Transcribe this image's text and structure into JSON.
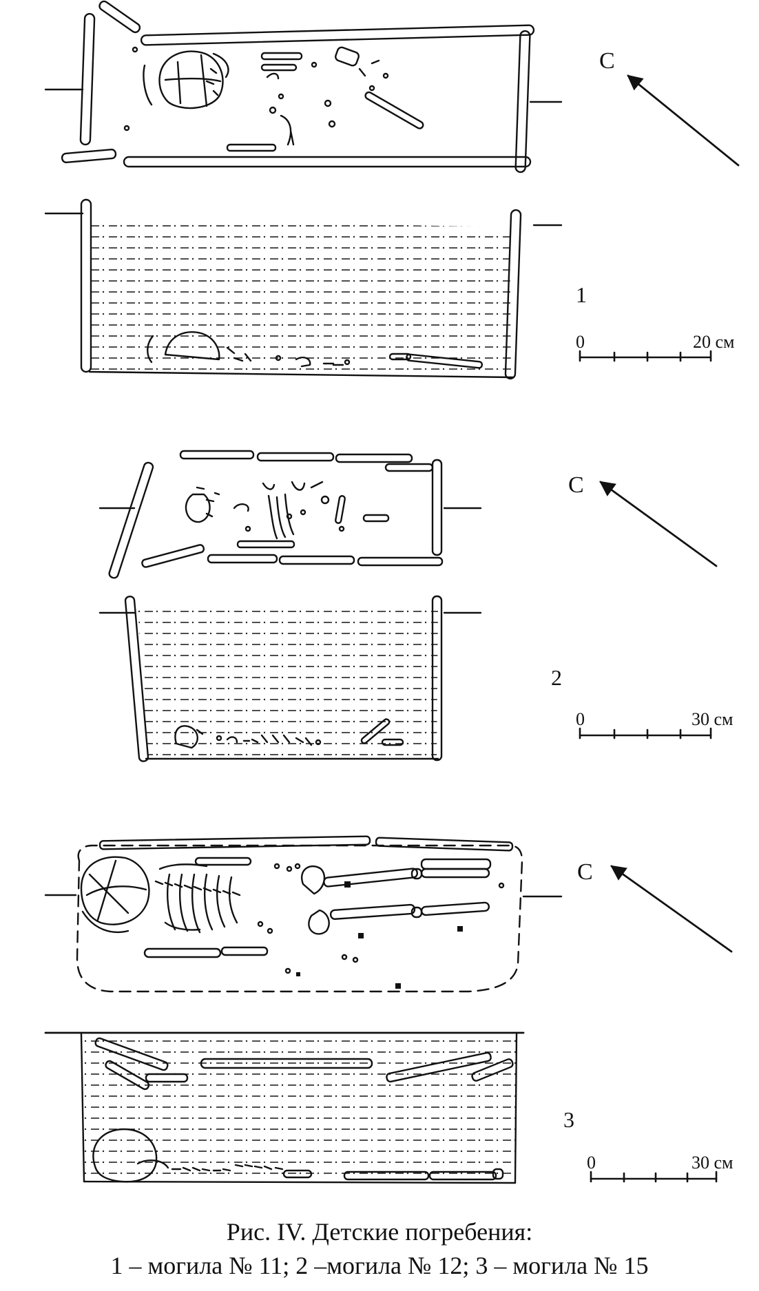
{
  "figure": {
    "caption_line1": "Рис. IV. Детские погребения:",
    "caption_line2": "1 – могила № 11; 2 –могила № 12; 3 – могила № 15"
  },
  "burials": [
    {
      "number": "1",
      "north_label": "С",
      "scale_start": "0",
      "scale_end": "20 см"
    },
    {
      "number": "2",
      "north_label": "С",
      "scale_start": "0",
      "scale_end": "30 см"
    },
    {
      "number": "3",
      "north_label": "С",
      "scale_start": "0",
      "scale_end": "30 см"
    }
  ],
  "colors": {
    "ink": "#111111",
    "paper": "#ffffff"
  }
}
